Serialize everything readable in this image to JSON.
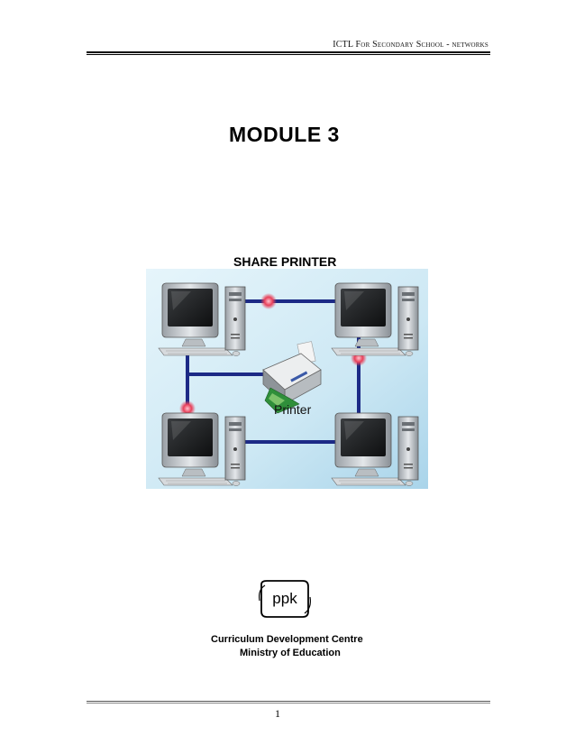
{
  "header": {
    "running_title": "ICTL For Secondary School - networks"
  },
  "title": {
    "module": "MODULE 3"
  },
  "figure": {
    "heading": "SHARE PRINTER",
    "printer_label": "Printer",
    "background_color": "#d3ebf5",
    "cable_color": "#1c2a86",
    "node_color": "#e8405a",
    "device_icons": [
      "computer-icon",
      "computer-icon",
      "computer-icon",
      "computer-icon",
      "printer-icon"
    ]
  },
  "logo": {
    "text": "ppk"
  },
  "organization": {
    "line1": "Curriculum Development Centre",
    "line2": "Ministry of Education"
  },
  "footer": {
    "page_number": "1"
  }
}
